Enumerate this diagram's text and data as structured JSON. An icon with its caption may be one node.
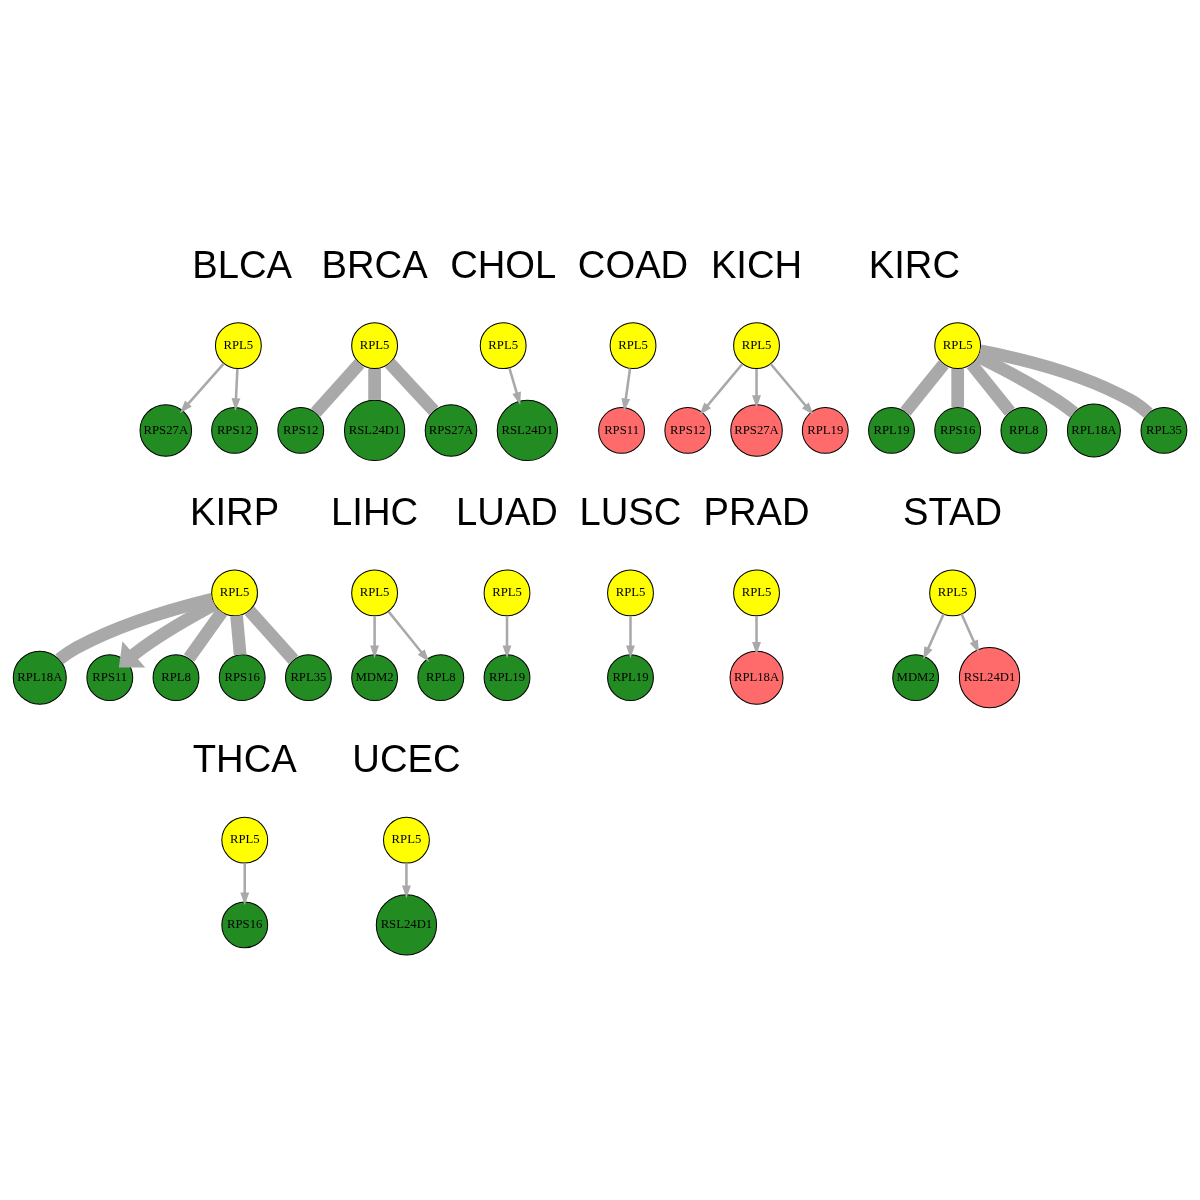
{
  "diagram": {
    "nodes": [
      {
        "text": [
          "RPS27A"
        ]
      },
      {
        "text": [
          "RPL5"
        ]
      },
      {
        "text": [
          "RPS12"
        ]
      },
      {
        "text": [
          "RPS12"
        ]
      },
      {
        "text": [
          "RSL24D1"
        ]
      },
      {
        "text": [
          "RPL5"
        ]
      },
      {
        "text": [
          "RPS27A"
        ]
      },
      {
        "text": [
          "RSL24D1"
        ]
      },
      {
        "text": [
          "RPL5"
        ]
      },
      {
        "text": [
          "RPS11"
        ]
      },
      {
        "text": [
          "RPL5"
        ]
      },
      {
        "text": [
          "RPS12"
        ]
      },
      {
        "text": [
          "RPS27A"
        ]
      },
      {
        "text": [
          "RPL5"
        ]
      },
      {
        "text": [
          "RPL19"
        ]
      },
      {
        "text": [
          "RPL19"
        ]
      },
      {
        "text": [
          "RPS16"
        ]
      },
      {
        "text": [
          "RPL8"
        ]
      },
      {
        "text": [
          "RPL5"
        ]
      },
      {
        "text": [
          "RPL18A"
        ]
      },
      {
        "text": [
          "RPL35"
        ]
      },
      {
        "text": [
          "RPL18A"
        ]
      },
      {
        "text": [
          "RPS11"
        ]
      },
      {
        "text": [
          "RPL5"
        ]
      },
      {
        "text": [
          "RPL8"
        ]
      },
      {
        "text": [
          "RPS16"
        ]
      },
      {
        "text": [
          "RPL35"
        ]
      },
      {
        "text": [
          "MDM2"
        ]
      },
      {
        "text": [
          "RPL5"
        ]
      },
      {
        "text": [
          "RPL8"
        ]
      },
      {
        "text": [
          "RPL19"
        ]
      },
      {
        "text": [
          "RPL5"
        ]
      },
      {
        "text": [
          "RPL5"
        ]
      },
      {
        "text": [
          "RPL19"
        ]
      },
      {
        "text": [
          "RPL5"
        ]
      },
      {
        "text": [
          "RPL18A"
        ]
      },
      {
        "text": [
          "MDM2"
        ]
      },
      {
        "text": [
          "RPL5"
        ]
      },
      {
        "text": [
          "RSL24D1"
        ]
      },
      {
        "text": [
          "RPL5"
        ]
      },
      {
        "text": [
          "RPS16"
        ]
      },
      {
        "text": [
          "RSL24D1"
        ]
      },
      {
        "text": [
          "RPL5"
        ]
      }
    ],
    "edges": [
      {
        "from": 1,
        "to": 0,
        "arrow": "to"
      },
      {
        "from": 1,
        "to": 2,
        "arrow": "to"
      },
      {
        "from": 5,
        "to": 3,
        "arrow": "none",
        "style": "thick"
      },
      {
        "from": 5,
        "to": 4,
        "arrow": "none",
        "style": "thick"
      },
      {
        "from": 5,
        "to": 6,
        "arrow": "none",
        "style": "thick"
      },
      {
        "from": 8,
        "to": 7,
        "arrow": "to"
      },
      {
        "from": 10,
        "to": 9,
        "arrow": "to"
      },
      {
        "from": 13,
        "to": 11,
        "arrow": "to"
      },
      {
        "from": 13,
        "to": 12,
        "arrow": "to"
      },
      {
        "from": 13,
        "to": 14,
        "arrow": "to"
      },
      {
        "from": 18,
        "to": 15,
        "arrow": "none",
        "style": "thick"
      },
      {
        "from": 18,
        "to": 16,
        "arrow": "none",
        "style": "thick"
      },
      {
        "from": 18,
        "to": 17,
        "arrow": "none",
        "style": "thick"
      },
      {
        "from": 18,
        "to": 19,
        "arrow": "none",
        "style": "thick"
      },
      {
        "from": 18,
        "to": 20,
        "arrow": "none",
        "style": "thick"
      },
      {
        "from": 23,
        "to": 21,
        "arrow": "none",
        "style": "thick"
      },
      {
        "from": 23,
        "to": 22,
        "arrow": "to",
        "style": "thick"
      },
      {
        "from": 23,
        "to": 24,
        "arrow": "none",
        "style": "thick"
      },
      {
        "from": 23,
        "to": 25,
        "arrow": "none",
        "style": "thick"
      },
      {
        "from": 23,
        "to": 26,
        "arrow": "none",
        "style": "thick"
      },
      {
        "from": 28,
        "to": 27,
        "arrow": "to"
      },
      {
        "from": 28,
        "to": 29,
        "arrow": "to"
      },
      {
        "from": 31,
        "to": 30,
        "arrow": "to"
      },
      {
        "from": 32,
        "to": 33,
        "arrow": "to"
      },
      {
        "from": 34,
        "to": 35,
        "arrow": "to"
      },
      {
        "from": 37,
        "to": 36,
        "arrow": "to"
      },
      {
        "from": 37,
        "to": 38,
        "arrow": "to"
      },
      {
        "from": 39,
        "to": 40,
        "arrow": "to"
      },
      {
        "from": 42,
        "to": 41,
        "arrow": "to"
      }
    ],
    "labels": [
      "BLCA",
      "BRCA",
      "CHOL",
      "COAD",
      "KICH",
      "KIRC",
      "KIRP",
      "LIHC",
      "LUAD",
      "LUSC",
      "PRAD",
      "STAD",
      "THCA",
      "UCEC"
    ]
  }
}
